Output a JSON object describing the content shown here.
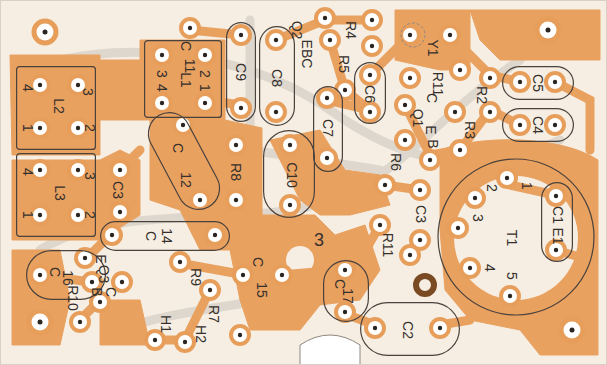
{
  "diagram": {
    "nodes": [
      {
        "text": [
          "C9"
        ]
      },
      {
        "text": [
          "C8"
        ]
      },
      {
        "text": [
          "3",
          "2",
          "L1",
          "4",
          "1"
        ]
      },
      {
        "text": [
          "C6"
        ]
      },
      {
        "text": [
          "C5"
        ]
      },
      {
        "text": [
          "4",
          "3",
          "L2",
          "1",
          "2"
        ]
      },
      {
        "text": [
          "C4"
        ]
      },
      {
        "text": [
          "C7"
        ]
      },
      {
        "text": [
          "C",
          "12"
        ]
      },
      {
        "text": [
          "C10"
        ]
      },
      {
        "text": [
          "4",
          "3",
          "L3",
          "1",
          "2"
        ]
      },
      {
        "text": [
          "2",
          "1",
          "3",
          "T1",
          "4",
          "5"
        ]
      },
      {
        "text": [
          "C1",
          "E1"
        ],
        "in": 11
      },
      {
        "text": [
          "C",
          "14"
        ]
      },
      {
        "text": [
          "C",
          "16"
        ]
      },
      {
        "text": [
          "C",
          "17"
        ]
      },
      {
        "text": [
          "C2"
        ]
      }
    ],
    "labels": [
      "C",
      "11",
      "Q2",
      "EBC",
      "R4",
      "R5",
      "Y1",
      "R11",
      "R2",
      "Q1",
      "C",
      "E",
      "B",
      "R3",
      "C3",
      "R8",
      "R6",
      "C3",
      "3",
      "R11",
      "E",
      "Q3",
      "B",
      "C",
      "R9",
      "C",
      "15",
      "R10",
      "H1",
      "R7",
      "H2"
    ]
  }
}
